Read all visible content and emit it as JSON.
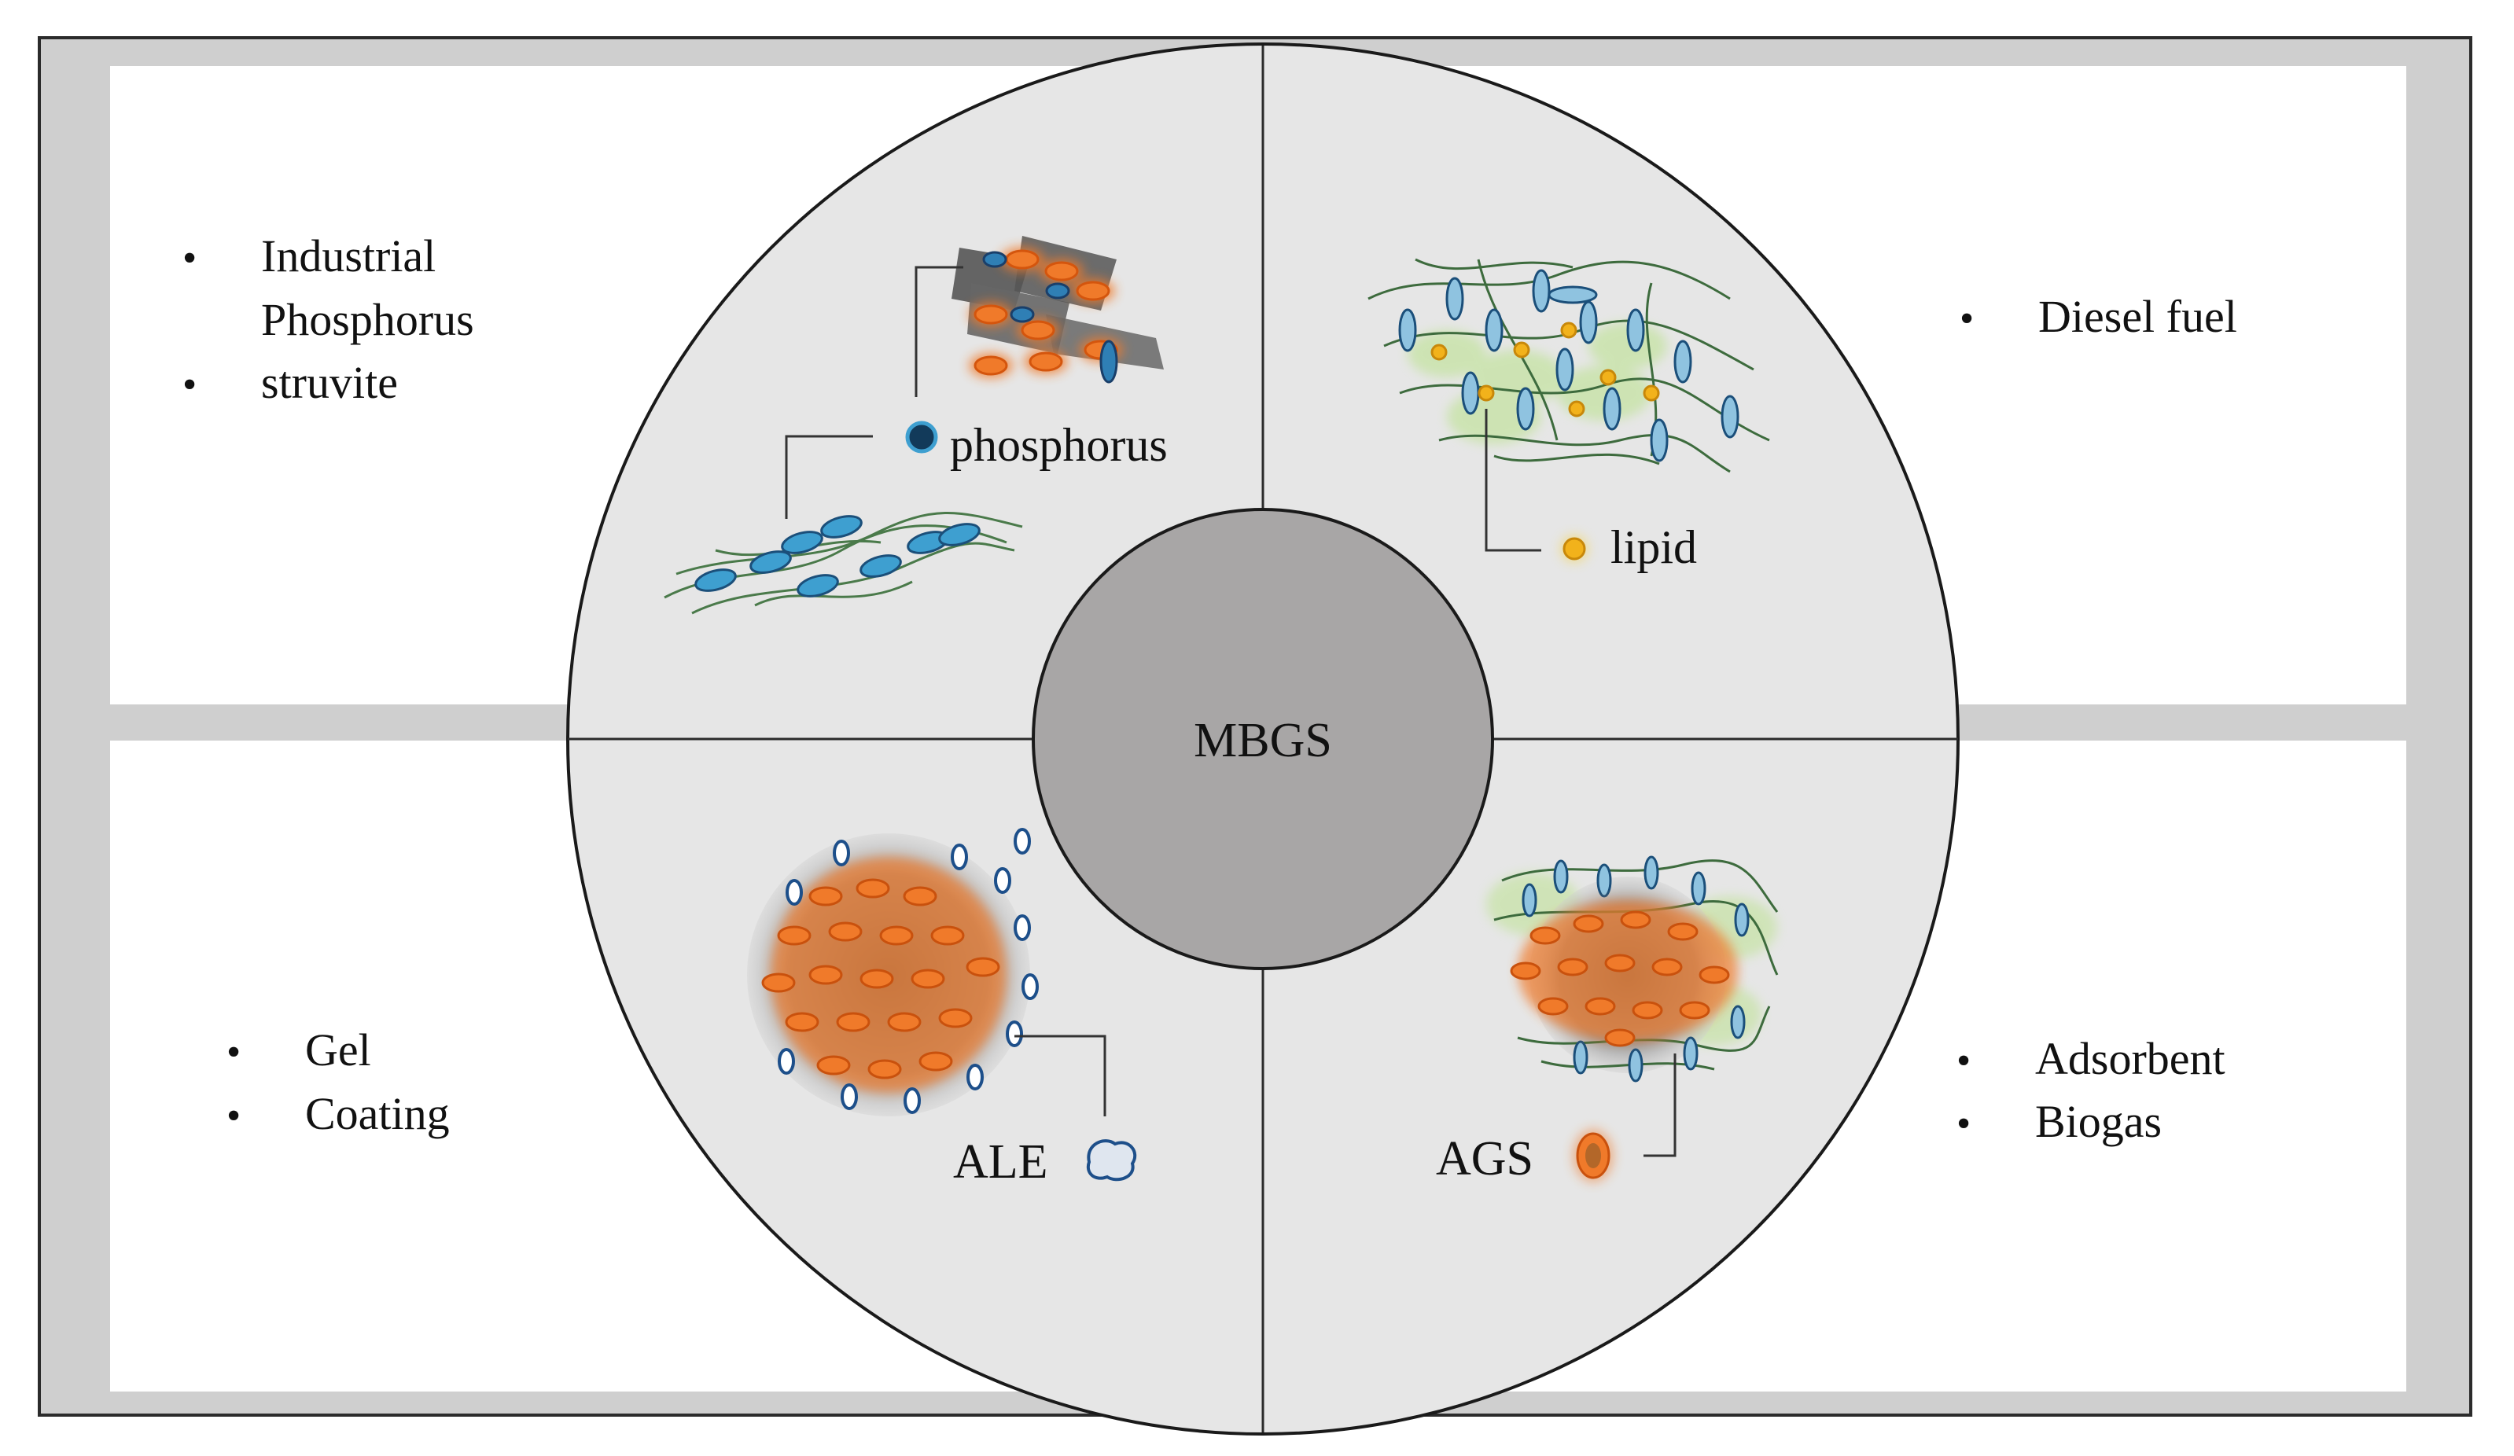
{
  "center": {
    "label": "MBGS"
  },
  "quadrants": {
    "top_left": {
      "items": [
        "Industrial",
        "Phosphorus",
        "struvite"
      ],
      "marker_label": "phosphorus"
    },
    "top_right": {
      "items": [
        "Diesel fuel"
      ],
      "marker_label": "lipid"
    },
    "bottom_left": {
      "items": [
        "Gel",
        "Coating"
      ],
      "marker_label": "ALE"
    },
    "bottom_right": {
      "items": [
        "Adsorbent",
        "Biogas"
      ],
      "marker_label": "AGS"
    }
  },
  "bullet_glyph": "•",
  "colors": {
    "frame_gray": "#cfcfcf",
    "circle_fill": "#e6e6e6",
    "center_fill": "#a8a6a6",
    "orange": "#f07a2a",
    "blue_cell": "#2f7fb5",
    "filament_green": "#4a7a4a",
    "lipid_yellow": "#f2b21b"
  }
}
